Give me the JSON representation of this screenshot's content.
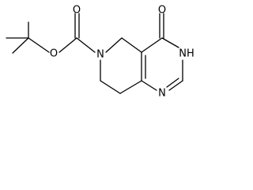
{
  "molecule": {
    "atoms": {
      "carbonyl_oxygen": "O",
      "ester_oxygen": "O",
      "ring_nitrogen": "N",
      "lactam_oxygen": "O",
      "amide_nitrogen_h": "NH",
      "pyrimidine_nitrogen": "N"
    }
  }
}
